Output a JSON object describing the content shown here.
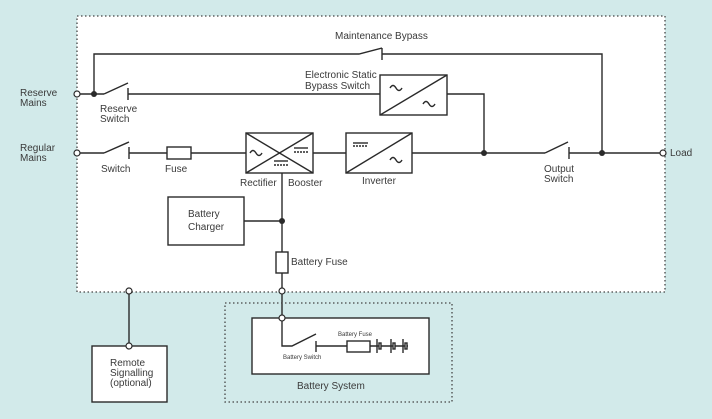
{
  "colors": {
    "background": "#d2eaea",
    "panel": "#ffffff",
    "line": "#2a2a2a"
  },
  "labels": {
    "reserve_mains": [
      "Reserve",
      "Mains"
    ],
    "regular_mains": [
      "Regular",
      "Mains"
    ],
    "maintenance_bypass": "Maintenance Bypass",
    "static_bypass": [
      "Electronic Static",
      "Bypass Switch"
    ],
    "reserve_switch": [
      "Reserve",
      "Switch"
    ],
    "switch": "Switch",
    "fuse": "Fuse",
    "rectifier": "Rectifier",
    "booster": "Booster",
    "inverter": "Inverter",
    "output_switch": [
      "Output",
      "Switch"
    ],
    "load": "Load",
    "battery_charger": [
      "Battery",
      "Charger"
    ],
    "battery_fuse": "Battery Fuse",
    "remote_signalling": [
      "Remote",
      "Signalling",
      "(optional)"
    ],
    "battery_system": "Battery System",
    "battery_switch": "Battery Switch",
    "battery_fuse_small": "Battery Fuse"
  }
}
